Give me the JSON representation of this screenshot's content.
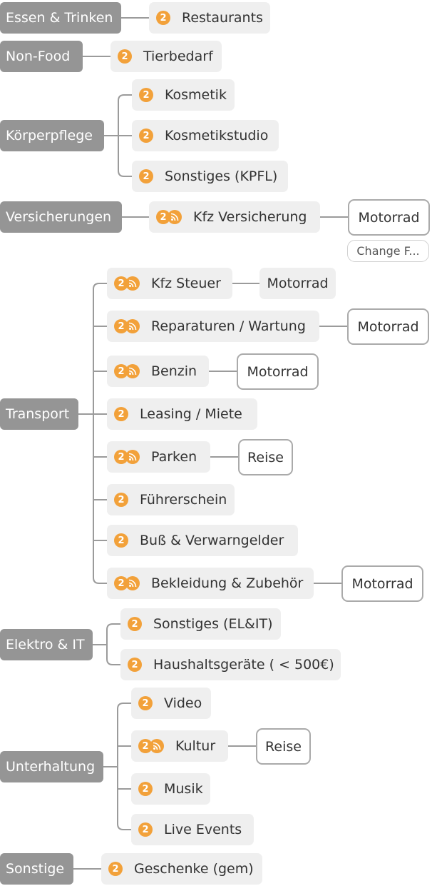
{
  "colors": {
    "category": "#959595",
    "item": "#efefef",
    "badge": "#f2a13a",
    "line": "#9b9b9b"
  },
  "icons": {
    "badge": "number-two-icon",
    "feed": "rss-feed-icon"
  },
  "badge_text": "2",
  "categories": [
    {
      "label": "Essen & Trinken",
      "items": [
        {
          "label": "Restaurants"
        }
      ]
    },
    {
      "label": "Non-Food",
      "items": [
        {
          "label": "Tierbedarf"
        }
      ]
    },
    {
      "label": "Körperpflege",
      "items": [
        {
          "label": "Kosmetik"
        },
        {
          "label": "Kosmetikstudio"
        },
        {
          "label": "Sonstiges (KPFL)"
        }
      ]
    },
    {
      "label": "Versicherungen",
      "items": [
        {
          "label": "Kfz Versicherung",
          "feed": true,
          "tag": "Motorrad",
          "button": "Change F..."
        }
      ]
    },
    {
      "label": "Transport",
      "items": [
        {
          "label": "Kfz Steuer",
          "feed": true,
          "tag": "Motorrad"
        },
        {
          "label": "Reparaturen / Wartung",
          "feed": true,
          "tag": "Motorrad"
        },
        {
          "label": "Benzin",
          "feed": true,
          "tag": "Motorrad"
        },
        {
          "label": "Leasing / Miete"
        },
        {
          "label": "Parken",
          "feed": true,
          "tag": "Reise"
        },
        {
          "label": "Führerschein"
        },
        {
          "label": "Buß & Verwarngelder"
        },
        {
          "label": "Bekleidung & Zubehör",
          "feed": true,
          "tag": "Motorrad"
        }
      ]
    },
    {
      "label": "Elektro & IT",
      "items": [
        {
          "label": "Sonstiges (EL&IT)"
        },
        {
          "label": "Haushaltsgeräte ( < 500€)"
        }
      ]
    },
    {
      "label": "Unterhaltung",
      "items": [
        {
          "label": "Video"
        },
        {
          "label": "Kultur",
          "feed": true,
          "tag": "Reise"
        },
        {
          "label": "Musik"
        },
        {
          "label": "Live Events"
        }
      ]
    },
    {
      "label": "Sonstige",
      "items": [
        {
          "label": "Geschenke (gem)"
        }
      ]
    }
  ]
}
